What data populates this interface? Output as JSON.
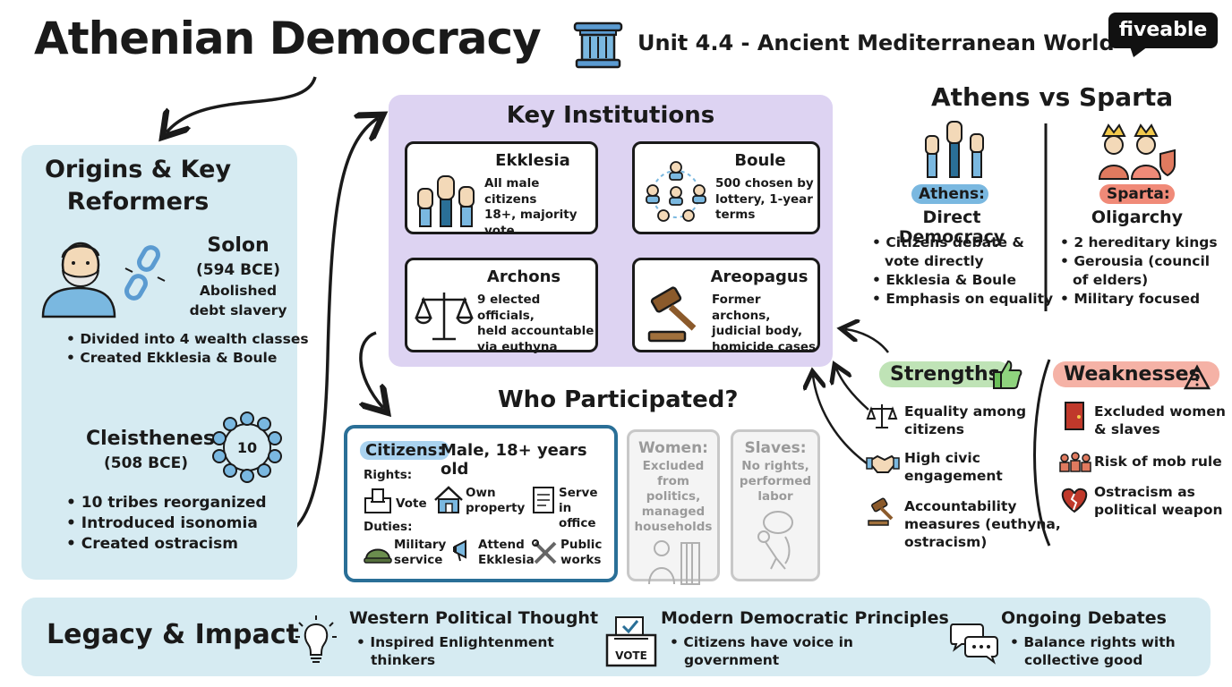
{
  "header": {
    "title": "Athenian Democracy",
    "unit": "Unit 4.4 - Ancient Mediterranean World",
    "logo": "fiveable"
  },
  "icons": {
    "title": "greek-column-icon",
    "solon": "bearded-philosopher-icon",
    "broken_chain": "broken-chain-icon",
    "cleisthenes": "ten-tribes-circle-icon",
    "ekklesia": "raised-hands-icon",
    "boule": "people-circle-icon",
    "archons": "scales-icon",
    "areopagus": "gavel-icon"
  },
  "colors": {
    "origins_bg": "#d6ebf2",
    "institutions_bg": "#ddd3f2",
    "athens_pill": "#7ab8e0",
    "sparta_pill": "#f08a78",
    "strengths_pill": "#bfe3b6",
    "weaknesses_pill": "#f5b2a6",
    "citizens_border": "#2a6f97"
  },
  "origins": {
    "title_line1": "Origins & Key",
    "title_line2": "Reformers",
    "solon": {
      "name": "Solon",
      "date": "(594 BCE)",
      "note_line1": "Abolished",
      "note_line2": "debt slavery",
      "bullets": [
        "Divided into 4 wealth classes",
        "Created Ekklesia & Boule"
      ]
    },
    "cleisthenes": {
      "name": "Cleisthenes",
      "date": "(508 BCE)",
      "icon_number": "10",
      "bullets": [
        "10 tribes reorganized",
        "Introduced isonomia",
        "Created ostracism"
      ]
    }
  },
  "institutions": {
    "title": "Key Institutions",
    "ekklesia": {
      "name": "Ekklesia",
      "desc": [
        "All male citizens",
        "18+, majority",
        "vote"
      ]
    },
    "boule": {
      "name": "Boule",
      "desc": [
        "500 chosen by",
        "lottery, 1-year",
        "terms"
      ]
    },
    "archons": {
      "name": "Archons",
      "desc": [
        "9 elected officials,",
        "held accountable",
        "via euthyna"
      ]
    },
    "areopagus": {
      "name": "Areopagus",
      "desc": [
        "Former archons,",
        "judicial body,",
        "homicide cases"
      ]
    }
  },
  "comparison": {
    "title": "Athens vs Sparta",
    "athens": {
      "label": "Athens:",
      "type": "Direct Democracy",
      "bullets": [
        "Citizens debate &",
        "vote directly",
        "Ekklesia & Boule",
        "Emphasis on equality"
      ]
    },
    "sparta": {
      "label": "Sparta:",
      "type": "Oligarchy",
      "bullets": [
        "2 hereditary kings",
        "Gerousia (council",
        "of elders)",
        "Military focused"
      ]
    }
  },
  "participation": {
    "title": "Who Participated?",
    "citizens": {
      "label": "Citizens:",
      "desc": "Male, 18+ years old",
      "rights_label": "Rights:",
      "rights": [
        {
          "text": [
            "Vote"
          ],
          "icon": "ballot-box-icon"
        },
        {
          "text": [
            "Own",
            "property"
          ],
          "icon": "house-icon"
        },
        {
          "text": [
            "Serve in",
            "office"
          ],
          "icon": "document-icon"
        }
      ],
      "duties_label": "Duties:",
      "duties": [
        {
          "text": [
            "Military",
            "service"
          ],
          "icon": "helmet-icon"
        },
        {
          "text": [
            "Attend",
            "Ekklesia"
          ],
          "icon": "megaphone-icon"
        },
        {
          "text": [
            "Public",
            "works"
          ],
          "icon": "tools-icon"
        }
      ]
    },
    "women": {
      "label": "Women:",
      "desc": [
        "Excluded",
        "from politics,",
        "managed",
        "households"
      ]
    },
    "slaves": {
      "label": "Slaves:",
      "desc": [
        "No rights,",
        "performed",
        "labor"
      ]
    }
  },
  "strengths": {
    "title": "Strengths",
    "items": [
      {
        "text": [
          "Equality among",
          "citizens"
        ],
        "icon": "scales-icon"
      },
      {
        "text": [
          "High civic",
          "engagement"
        ],
        "icon": "handshake-icon"
      },
      {
        "text": [
          "Accountability",
          "measures (euthyna,",
          "ostracism)"
        ],
        "icon": "gavel-icon"
      }
    ]
  },
  "weaknesses": {
    "title": "Weaknesses",
    "items": [
      {
        "text": [
          "Excluded women",
          "& slaves"
        ],
        "icon": "door-icon"
      },
      {
        "text": [
          "Risk of mob rule"
        ],
        "icon": "crowd-icon"
      },
      {
        "text": [
          "Ostracism as",
          "political weapon"
        ],
        "icon": "broken-heart-icon"
      }
    ]
  },
  "legacy": {
    "title": "Legacy & Impact",
    "vote_box_label": "VOTE",
    "items": [
      {
        "head": "Western Political Thought",
        "body": [
          "Inspired Enlightenment",
          "thinkers"
        ],
        "icon": "lightbulb-icon"
      },
      {
        "head": "Modern Democratic Principles",
        "body": [
          "Citizens have voice in",
          "government"
        ],
        "icon": "ballot-box-icon"
      },
      {
        "head": "Ongoing Debates",
        "body": [
          "Balance rights with",
          "collective good"
        ],
        "icon": "speech-bubbles-icon"
      }
    ]
  }
}
